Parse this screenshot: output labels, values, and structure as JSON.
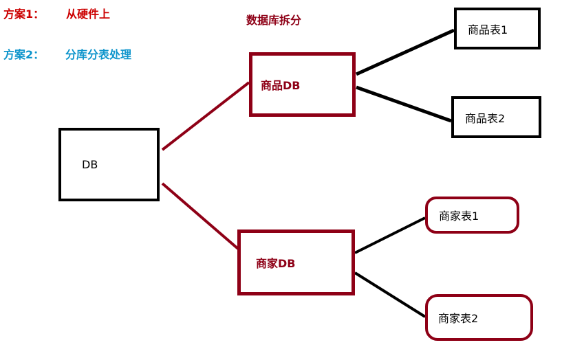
{
  "title": "数据库拆分",
  "annotations": {
    "plan1": {
      "label": "方案1：",
      "text": "从硬件上"
    },
    "plan2": {
      "label": "方案2：",
      "text": "分库分表处理"
    }
  },
  "nodes": {
    "db": {
      "label": "DB"
    },
    "product_db": {
      "label": "商品DB"
    },
    "product_table1": {
      "label": "商品表1"
    },
    "product_table2": {
      "label": "商品表2"
    },
    "merchant_db": {
      "label": "商家DB"
    },
    "merchant_table1": {
      "label": "商家表1"
    },
    "merchant_table2": {
      "label": "商家表2"
    }
  },
  "edges": [
    {
      "from": "db",
      "to": "product_db"
    },
    {
      "from": "db",
      "to": "merchant_db"
    },
    {
      "from": "product_db",
      "to": "product_table1"
    },
    {
      "from": "product_db",
      "to": "product_table2"
    },
    {
      "from": "merchant_db",
      "to": "merchant_table1"
    },
    {
      "from": "merchant_db",
      "to": "merchant_table2"
    }
  ],
  "colors": {
    "red": "#cc0000",
    "blue": "#0e95cc",
    "maroon": "#8e0016",
    "black": "#000000",
    "background": "#ffffff"
  }
}
